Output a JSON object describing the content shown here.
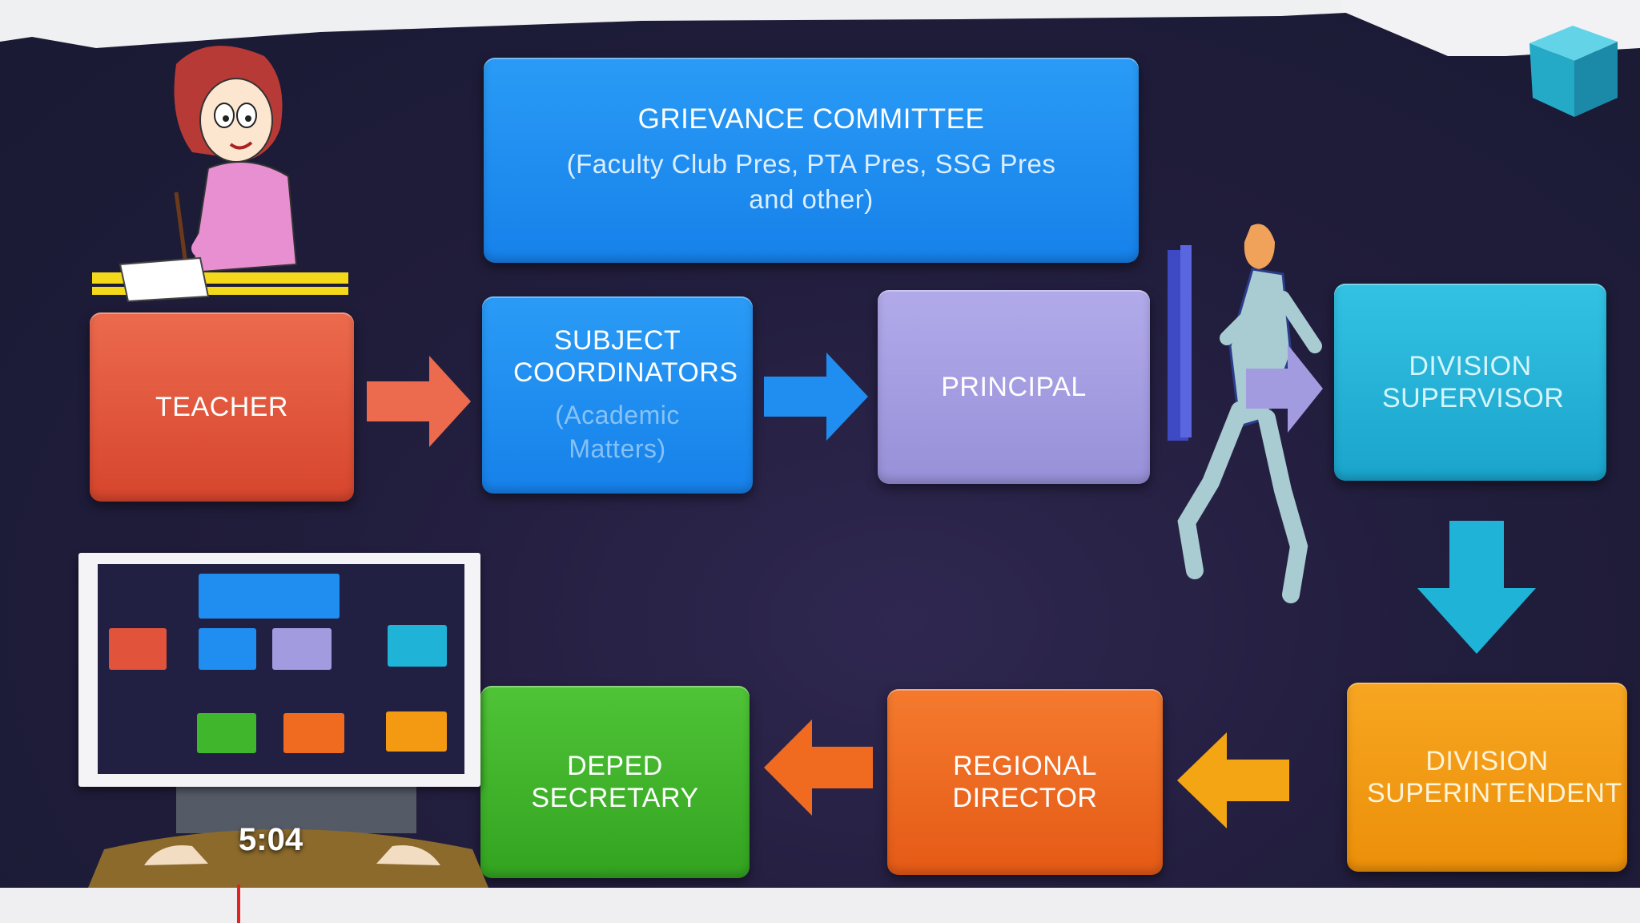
{
  "boxes": {
    "grievance": {
      "title": "GRIEVANCE COMMITTEE",
      "subtitle": "(Faculty Club Pres, PTA Pres, SSG Pres and other)"
    },
    "teacher": {
      "label": "TEACHER"
    },
    "subject_coordinators": {
      "label": "SUBJECT COORDINATORS",
      "note": "(Academic Matters)"
    },
    "principal": {
      "label": "PRINCIPAL"
    },
    "division_supervisor": {
      "label": "DIVISION SUPERVISOR"
    },
    "division_superintendent": {
      "label": "DIVISION SUPERINTENDENT"
    },
    "regional_director": {
      "label": "REGIONAL DIRECTOR"
    },
    "deped_secretary": {
      "label": "DEPED SECRETARY"
    }
  },
  "colors": {
    "teacher": "#e2533b",
    "blue": "#1f8ef0",
    "principal": "#a39be0",
    "cyan": "#1fb3d8",
    "amber": "#f49a12",
    "orange": "#f06a20",
    "green": "#3fb62c"
  },
  "video": {
    "timestamp": "5:04"
  }
}
